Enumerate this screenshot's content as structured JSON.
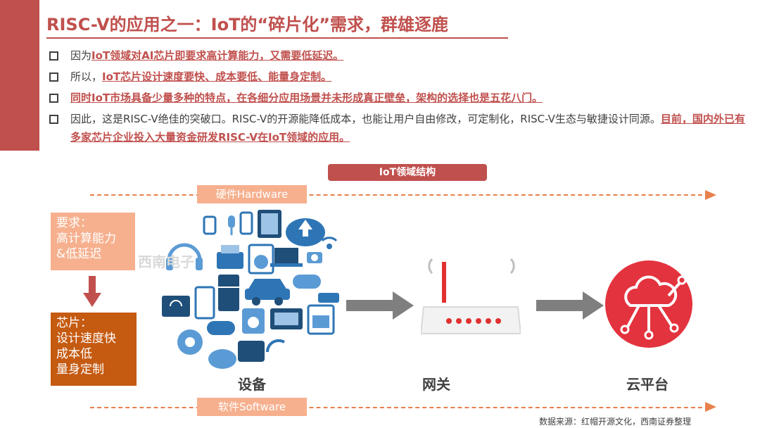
{
  "title": "RISC-V的应用之一：IoT的“碎片化”需求，群雄逐鹿",
  "bullets": [
    {
      "pre": "因为",
      "hl": "IoT领域对AI芯片即要求高计算能力，又需要低延迟。",
      "post": ""
    },
    {
      "pre": "所以，",
      "hl": "IoT芯片设计速度要快、成本要低、能量身定制。",
      "post": ""
    },
    {
      "pre": "",
      "hl": "同时IoT市场具备少量多种的特点，在各细分应用场景并未形成真正壁垒，架构的选择也是五花八门。",
      "post": ""
    },
    {
      "pre": "因此，这是RISC-V绝佳的突破口。RISC-V的开源能降低成本，也能让用户自由修改，可定制化，RISC-V生态与敏捷设计同源。",
      "hl": "目前，国内外已有多家芯片企业投入大量资金研发RISC-V在IoT领域的应用。",
      "post": ""
    }
  ],
  "diagram": {
    "header": "IoT领域结构",
    "hardware_label": "硬件Hardware",
    "software_label": "软件Software",
    "requirement": [
      "要求：",
      "高计算能力",
      "&低延迟"
    ],
    "chip": [
      "芯片：",
      "设计速度快",
      "成本低",
      "量身定制"
    ],
    "watermark": "西南电子",
    "captions": {
      "devices": "设备",
      "gateway": "网关",
      "cloud": "云平台"
    }
  },
  "source": "数据来源：红帽开源文化，西南证券整理",
  "colors": {
    "accent": "#c0504d",
    "orange": "#e8804d",
    "light_orange": "#f6b08e",
    "dark_orange": "#c55a11",
    "arrow_gray": "#7f7f7f",
    "cloud_red": "#e3333e"
  },
  "icons": [
    "cloud-upload-icon",
    "router-icon",
    "cloud-network-icon",
    "car-icon",
    "fridge-icon",
    "washer-icon",
    "phone-icon",
    "watch-icon",
    "gamepad-icon",
    "camera-icon",
    "printer-icon",
    "microphone-icon"
  ]
}
